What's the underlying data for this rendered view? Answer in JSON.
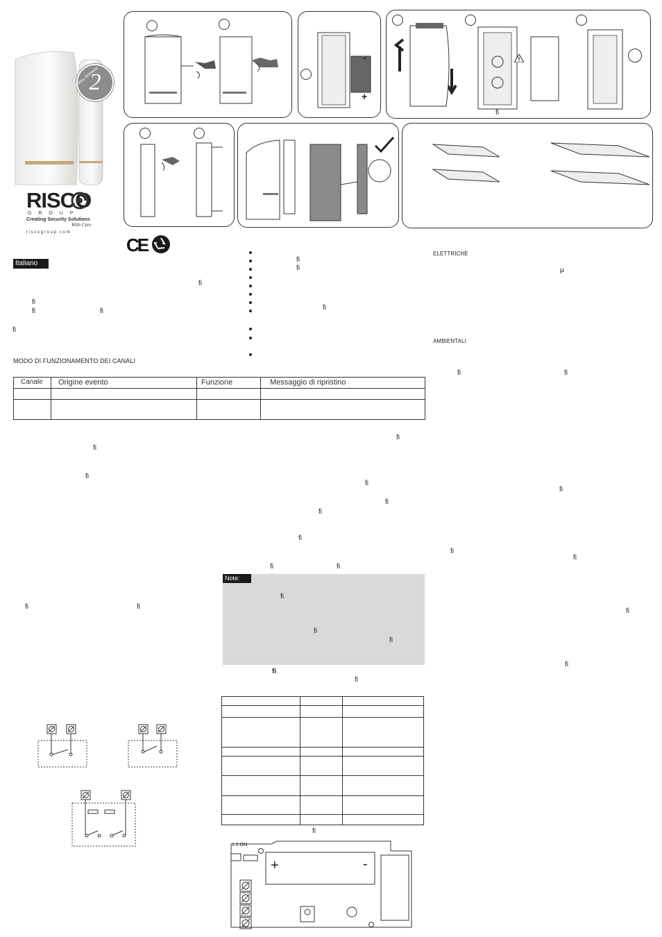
{
  "product": {
    "badge_text": "2-Way Wireless",
    "badge_number": "2",
    "brand": "RISCO",
    "brand_sub": "G R O U P",
    "tagline": "Creating Security Solutions",
    "tagline_script": "With Care.",
    "website": "r i s c o g r o u p . c o m"
  },
  "compliance": {
    "ce_mark": "CE",
    "recycle_icon": "recycle-icon"
  },
  "figures": {
    "polarity_minus": "-",
    "polarity_plus": "+",
    "board_dip_label": "1 2  ON",
    "board_plus": "+",
    "board_minus": "-",
    "check_icon": "checkmark-icon",
    "warning_icon": "warning-icon"
  },
  "language_tag": "Italiano",
  "sections": {
    "channels_heading": "MODO DI FUNZIONAMENTO DEI CANALI",
    "electrical_heading": "ELETTRICHE",
    "environmental_heading": "AMBIENTALI",
    "note_label": "Note:",
    "micro_symbol": "μ"
  },
  "channel_table": {
    "headers": [
      "Canale",
      "Origine evento",
      "Funzione",
      "Messaggio di ripristino"
    ]
  },
  "ligature_glyph": "ﬁ"
}
